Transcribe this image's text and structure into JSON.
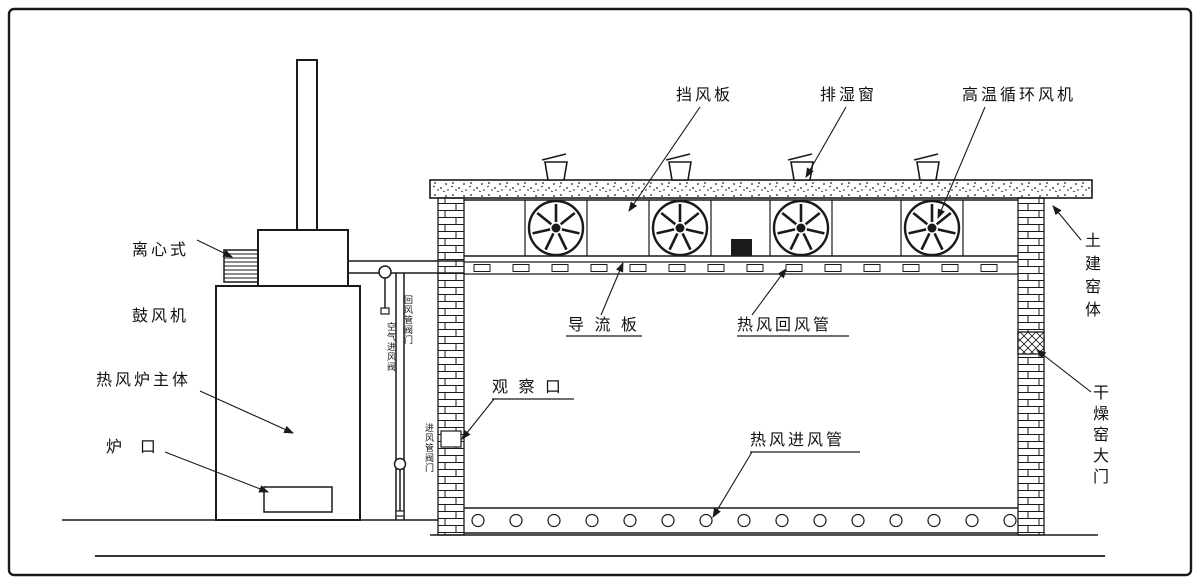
{
  "colors": {
    "ink": "#1a1a1a",
    "paper": "#ffffff"
  },
  "labels": {
    "baffle_plate": "挡风板",
    "moisture_window": "排湿窗",
    "ht_circulation_fan": "高温循环风机",
    "centrifugal_blower_l1": "离心式",
    "centrifugal_blower_l2": "鼓风机",
    "furnace_body": "热风炉主体",
    "furnace_mouth": "炉  口",
    "guide_plate": "导 流 板",
    "return_duct": "热风回风管",
    "observation_port": "观 察 口",
    "inlet_duct": "热风进风管",
    "kiln_structure": "土建窑体",
    "kiln_door": "干燥窑大门",
    "return_pipe_valve": "回风管阀门",
    "air_inlet_valve": "空气进风阀",
    "inlet_pipe_valve": "进风管阀门"
  }
}
